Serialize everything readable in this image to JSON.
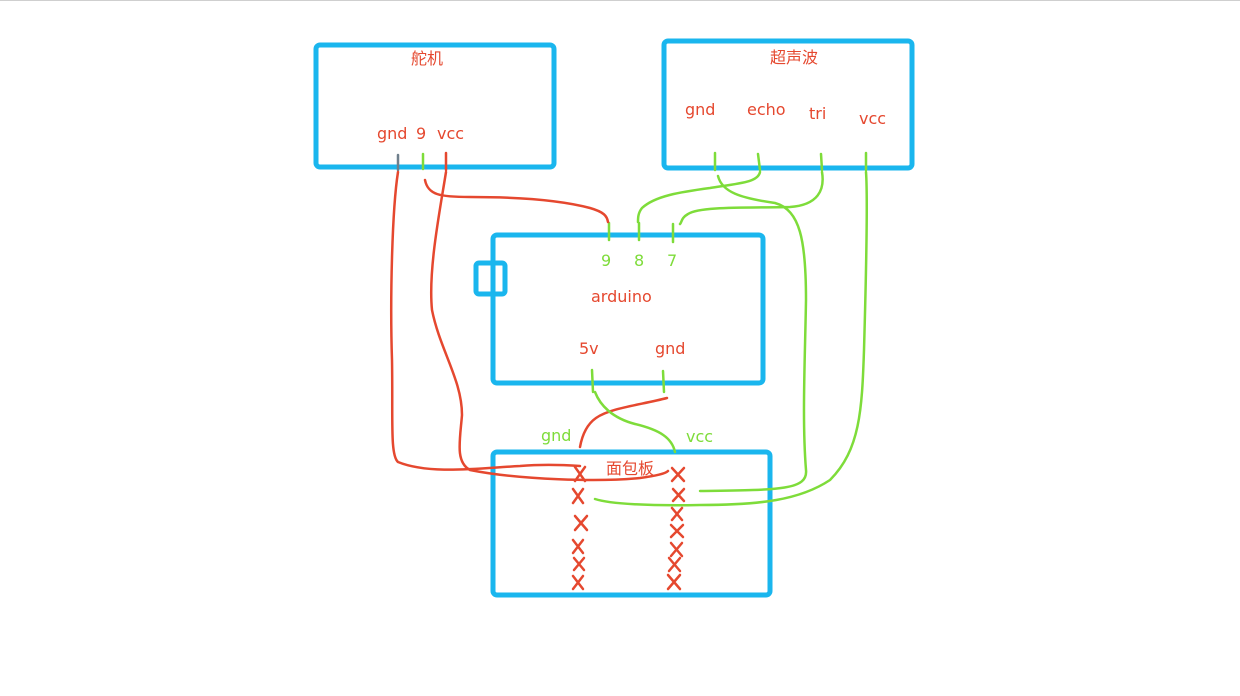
{
  "colors": {
    "box": "#1ab6ee",
    "red": "#e5482f",
    "green": "#7edc3a",
    "gray": "#6f7f8c"
  },
  "servo": {
    "title": "舵机",
    "pins": {
      "gnd": "gnd",
      "sig": "9",
      "vcc": "vcc"
    }
  },
  "ultrasonic": {
    "title": "超声波",
    "pins": {
      "gnd": "gnd",
      "echo": "echo",
      "tri": "tri",
      "vcc": "vcc"
    }
  },
  "arduino": {
    "title": "arduino",
    "pins": {
      "p9": "9",
      "p8": "8",
      "p7": "7",
      "v5": "5v",
      "gnd": "gnd"
    }
  },
  "breadboard": {
    "title": "面包板",
    "labels": {
      "gnd": "gnd",
      "vcc": "vcc"
    },
    "mark": "x"
  }
}
